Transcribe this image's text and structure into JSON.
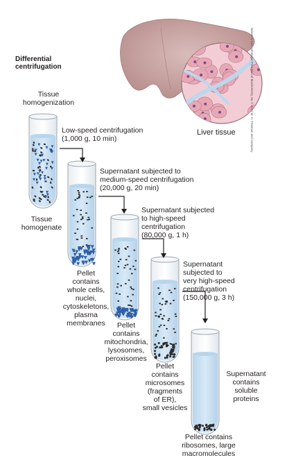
{
  "title": "Differential\ncentrifugation",
  "credit": "Nelson & Cox, Lehninger Principles of Biochemistry, 8e, © 2021 W. H. Freeman and Company",
  "liver_label": "Liver tissue",
  "steps": [
    {
      "top": "Tissue\nhomogenization",
      "bottom": "Tissue\nhomogenate"
    },
    {
      "arrow": "Low-speed centrifugation\n(1,000 g, 10 min)",
      "bottom": "Pellet\ncontains\nwhole cells,\nnuclei,\ncytoskeletons,\nplasma\nmembranes"
    },
    {
      "arrow": "Supernatant subjected to\nmedium-speed centrifugation\n(20,000 g, 20 min)",
      "bottom": "Pellet\ncontains\nmitochondria,\nlysosomes,\nperoxisomes"
    },
    {
      "arrow": "Supernatant subjected\nto high-speed\ncentrifugation\n(80,000 g, 1 h)",
      "bottom": "Pellet\ncontains\nmicrosomes\n(fragments\nof ER),\nsmall vesicles"
    },
    {
      "arrow": "Supernatant\nsubjected to\nvery high-speed\ncentrifugation\n(150,000 g, 3 h)",
      "bottom": "Pellet contains\nribosomes, large\nmacromolecules"
    }
  ],
  "final_supernatant": "Supernatant\ncontains\nsoluble\nproteins",
  "colors": {
    "liquid": "#cfe3f3",
    "liquid_dark": "#b8d5ec",
    "pellet_blue": "#2f5ea6",
    "particle_dark": "#2a2a2a",
    "liver": "#c9a6a4",
    "cell": "#e7a8b6"
  }
}
